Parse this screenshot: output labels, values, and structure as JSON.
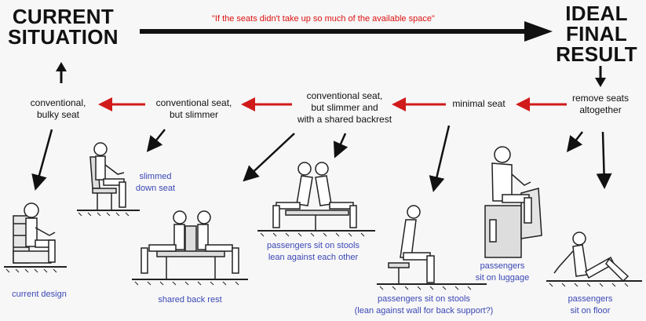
{
  "headings": {
    "current": [
      "CURRENT",
      "SITUATION"
    ],
    "ideal": [
      "IDEAL",
      "FINAL",
      "RESULT"
    ]
  },
  "note": "\"If the seats didn't take up so much of the available space\"",
  "stages": [
    {
      "lines": [
        "conventional,",
        "bulky seat"
      ]
    },
    {
      "lines": [
        "conventional seat,",
        "but slimmer"
      ]
    },
    {
      "lines": [
        "conventional seat,",
        "but slimmer and",
        "with a shared backrest"
      ]
    },
    {
      "lines": [
        "minimal seat"
      ]
    },
    {
      "lines": [
        "remove seats",
        "altogether"
      ]
    }
  ],
  "captions": [
    {
      "lines": [
        "current design"
      ]
    },
    {
      "lines": [
        "slimmed",
        "down seat"
      ]
    },
    {
      "lines": [
        "shared back rest"
      ]
    },
    {
      "lines": [
        "passengers sit on stools",
        "lean against each other"
      ]
    },
    {
      "lines": [
        "passengers sit on stools",
        "(lean against wall for back support?)"
      ]
    },
    {
      "lines": [
        "passengers",
        "sit on luggage"
      ]
    },
    {
      "lines": [
        "passengers",
        "sit on floor"
      ]
    }
  ],
  "colors": {
    "ink": "#111111",
    "red_arrow": "#d11a1a",
    "caption": "#3b47b5",
    "note": "#dd1111"
  }
}
